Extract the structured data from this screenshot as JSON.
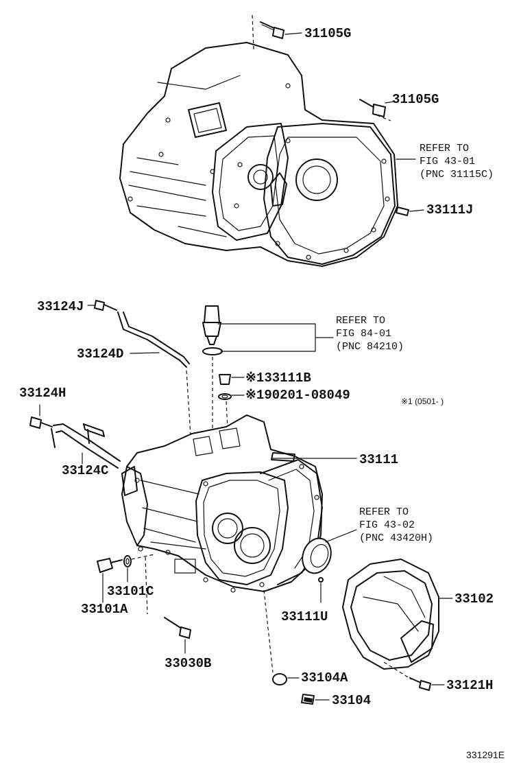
{
  "labels": {
    "p31105g_top": "31105G",
    "p31105g_mid": "31105G",
    "p33111j": "33111J",
    "p33124j": "33124J",
    "p33124d": "33124D",
    "p33111b": "※133111B",
    "p90201": "※190201-08049",
    "p33124h": "33124H",
    "p33124c": "33124C",
    "p33111": "33111",
    "p33101c": "33101C",
    "p33101a": "33101A",
    "p33111u": "33111U",
    "p33102": "33102",
    "p33030b": "33030B",
    "p33104a": "33104A",
    "p33121h": "33121H",
    "p33104": "33104"
  },
  "references": {
    "ref1": {
      "line1": "REFER TO",
      "line2": "FIG 43-01",
      "line3": "(PNC 31115C)"
    },
    "ref2": {
      "line1": "REFER TO",
      "line2": "FIG 84-01",
      "line3": "(PNC 84210)"
    },
    "ref3": {
      "line1": "REFER TO",
      "line2": "FIG 43-02",
      "line3": "(PNC 43420H)"
    }
  },
  "note": "※1 (0501-    )",
  "diagram_code": "331291E"
}
